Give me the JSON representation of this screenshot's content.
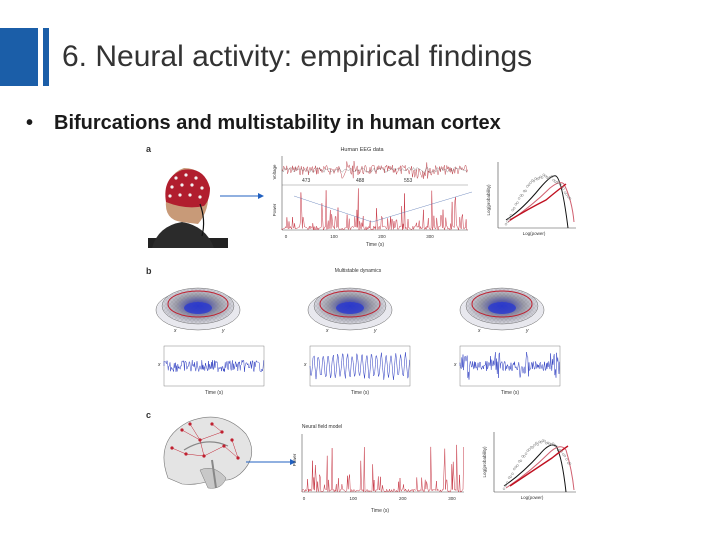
{
  "slide": {
    "title": "6. Neural activity: empirical findings",
    "bullet": "Bifurcations and multistability in human cortex",
    "accent_color": "#1b5ea8"
  },
  "figure": {
    "panel_a": {
      "label": "a",
      "eeg_title": "Human EEG data",
      "ylabel_top": "Voltage",
      "ylabel_bottom": "Power",
      "markers": [
        "473",
        "488",
        "553"
      ],
      "ticks": [
        "0",
        "100",
        "200",
        "300"
      ],
      "xlabel": "Time (s)",
      "right_ylabel": "Log(probability)",
      "right_xlabel": "Log(power)"
    },
    "panel_b": {
      "label": "b",
      "title": "Multistable dynamics",
      "axis_x": "x",
      "axis_y": "y",
      "trace_label": "x",
      "xlabel": "Time (s)"
    },
    "panel_c": {
      "label": "c",
      "title": "Neural field model",
      "ylabel": "Power",
      "ticks": [
        "0",
        "100",
        "200",
        "300"
      ],
      "xlabel": "Time (s)",
      "right_ylabel": "Log(probability)",
      "right_xlabel": "Log(power)"
    }
  }
}
